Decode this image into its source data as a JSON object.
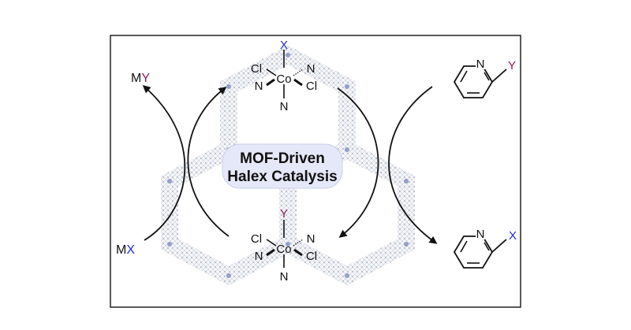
{
  "center_label": {
    "line1": "MOF-Driven",
    "line2": "Halex Catalysis"
  },
  "top_complex": {
    "axial_top": "X",
    "axial_bottom": "N",
    "cl_left": "Cl",
    "cl_right": "Cl",
    "n_left": "N",
    "n_right": "N",
    "metal": "Co"
  },
  "bottom_complex": {
    "axial_top": "Y",
    "axial_bottom": "N",
    "cl_left": "Cl",
    "cl_right": "Cl",
    "n_left": "N",
    "n_right": "N",
    "metal": "Co"
  },
  "left_side": {
    "product_metal": "M",
    "product_anion": "Y",
    "reagent_metal": "M",
    "reagent_anion": "X"
  },
  "right_side": {
    "substrate_ring_n": "N",
    "substrate_sub": "Y",
    "product_ring_n": "N",
    "product_sub": "X"
  },
  "colors": {
    "x_color": "#1f2ad6",
    "y_color": "#8a1a5a",
    "frame": "#222222",
    "label_bg": "#e4e8f8"
  }
}
